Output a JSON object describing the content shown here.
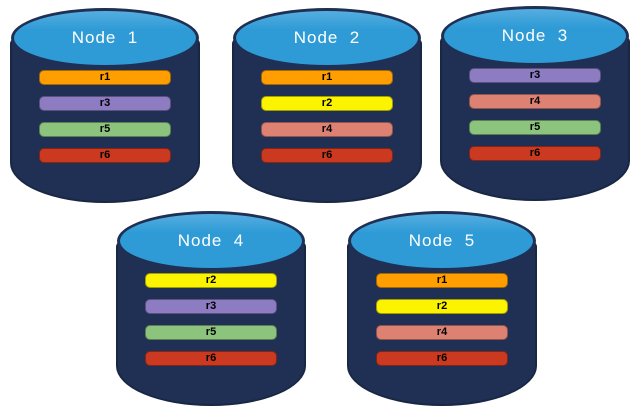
{
  "colors": {
    "background": "#FFFFFF",
    "cylinder_body": "#1F3054",
    "cylinder_outline": "#182743",
    "cylinder_top": "#2E9BD6",
    "node_title_text": "#FFFFFF",
    "bar_text": "#000000",
    "replicas": {
      "r1": "#FF9E01",
      "r2": "#FBF300",
      "r3": "#8E7CC3",
      "r4": "#DD8172",
      "r5": "#8CC47E",
      "r6": "#CB3A20"
    }
  },
  "nodes": [
    {
      "title": "Node  1",
      "replicas": [
        "r1",
        "r3",
        "r5",
        "r6"
      ]
    },
    {
      "title": "Node  2",
      "replicas": [
        "r1",
        "r2",
        "r4",
        "r6"
      ]
    },
    {
      "title": "Node  3",
      "replicas": [
        "r3",
        "r4",
        "r5",
        "r6"
      ]
    },
    {
      "title": "Node  4",
      "replicas": [
        "r2",
        "r3",
        "r5",
        "r6"
      ]
    },
    {
      "title": "Node  5",
      "replicas": [
        "r1",
        "r2",
        "r4",
        "r6"
      ]
    }
  ]
}
